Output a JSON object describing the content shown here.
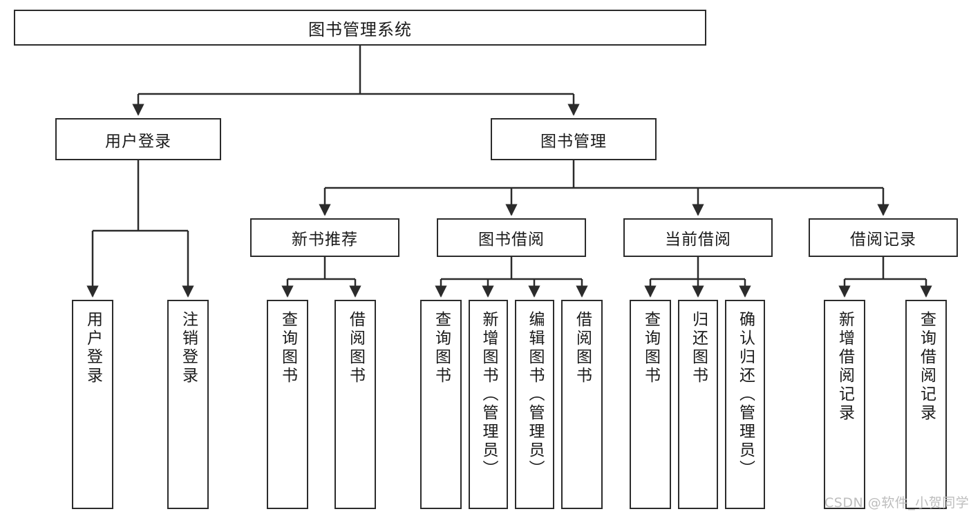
{
  "diagram": {
    "type": "tree",
    "title": "图书管理系统",
    "root": {
      "label": "图书管理系统"
    },
    "level2": [
      {
        "label": "用户登录"
      },
      {
        "label": "图书管理"
      }
    ],
    "level3": [
      {
        "label": "新书推荐"
      },
      {
        "label": "图书借阅"
      },
      {
        "label": "当前借阅"
      },
      {
        "label": "借阅记录"
      }
    ],
    "leaves": {
      "user_login": [
        {
          "label": "用户登录"
        },
        {
          "label": "注销登录"
        }
      ],
      "new_book_recommend": [
        {
          "label": "查询图书"
        },
        {
          "label": "借阅图书"
        }
      ],
      "book_borrow": [
        {
          "label": "查询图书"
        },
        {
          "label": "新增图书（管理员）"
        },
        {
          "label": "编辑图书（管理员）"
        },
        {
          "label": "借阅图书"
        }
      ],
      "current_borrow": [
        {
          "label": "查询图书"
        },
        {
          "label": "归还图书"
        },
        {
          "label": "确认归还（管理员）"
        }
      ],
      "borrow_record": [
        {
          "label": "新增借阅记录"
        },
        {
          "label": "查询借阅记录"
        }
      ]
    }
  },
  "watermark": {
    "text": "CSDN @软件_小贺同学"
  },
  "colors": {
    "stroke": "#2b2b2b",
    "background": "#ffffff",
    "text": "#1a1a1a",
    "watermark": "#bdbdbd"
  }
}
